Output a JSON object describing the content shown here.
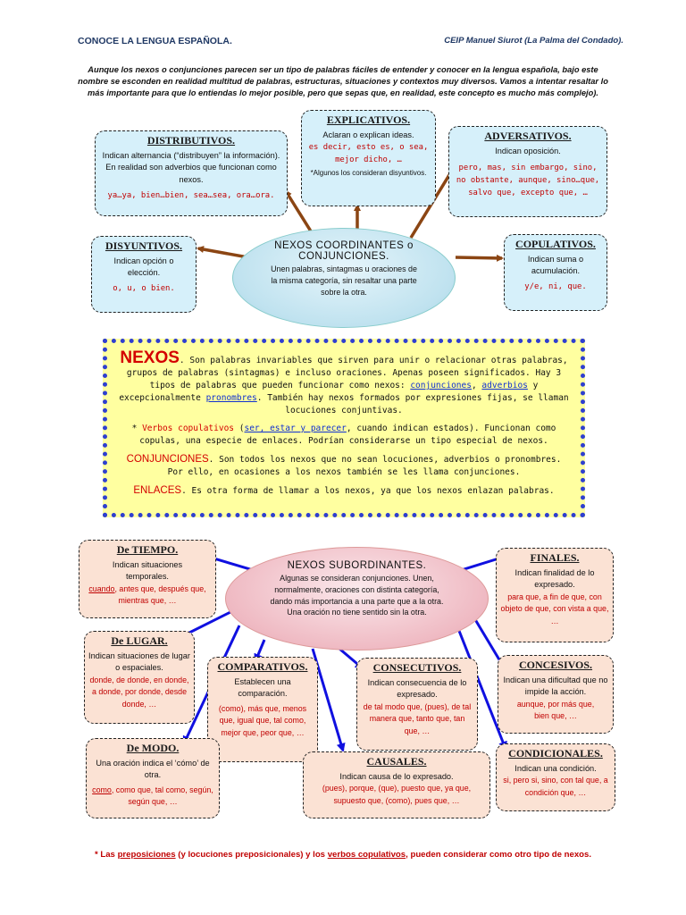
{
  "header": {
    "left": "CONOCE LA LENGUA ESPAÑOLA.",
    "right": "CEIP Manuel Siurot (La Palma del Condado)."
  },
  "intro": "Aunque los nexos o conjunciones parecen ser un tipo de palabras fáciles de entender y conocer en la lengua española, bajo este nombre se esconden en realidad multitud de palabras, estructuras, situaciones y contextos muy diversos. Vamos a intentar resaltar lo más importante para que lo entiendas lo mejor posible, pero que sepas que, en realidad, este concepto es mucho más complejo).",
  "coordinantes": {
    "title_1": "NEXOS  COORDINANTES o",
    "title_2": "CONJUNCIONES.",
    "desc": "Unen palabras, sintagmas u oraciones de la misma categoría, sin resaltar una parte sobre la otra.",
    "distributivos": {
      "title": "DISTRIBUTIVOS.",
      "desc": "Indican alternancia (“distribuyen” la información). En realidad son adverbios que funcionan como nexos.",
      "ex": "ya…ya, bien…bien, sea…sea, ora…ora."
    },
    "explicativos": {
      "title": "EXPLICATIVOS.",
      "desc": "Aclaran o explican ideas.",
      "ex": "es decir, esto es, o sea, mejor dicho, …",
      "note": "*Algunos los consideran disyuntivos."
    },
    "adversativos": {
      "title": "ADVERSATIVOS.",
      "desc": "Indican oposición.",
      "ex": "pero, mas, sin embargo, sino, no obstante, aunque, sino…que, salvo que, excepto que, …"
    },
    "disyuntivos": {
      "title": "DISYUNTIVOS.",
      "desc": "Indican opción o elección.",
      "ex": "o, u, o bien."
    },
    "copulativos": {
      "title": "COPULATIVOS.",
      "desc": "Indican suma o acumulación.",
      "ex": "y/e, ni, que."
    }
  },
  "nexos_box": {
    "p1_title": "NEXOS",
    "p1_a": ". Son palabras invariables que sirven para unir o relacionar otras palabras, grupos de palabras (sintagmas) e incluso oraciones. Apenas poseen significados. Hay 3 tipos de palabras que pueden funcionar como nexos: ",
    "p1_conj": "conjunciones",
    "p1_comma": ", ",
    "p1_adv": "adverbios",
    "p1_b": " y excepcionalmente ",
    "p1_pron": "pronombres",
    "p1_c": ". También hay nexos formados por expresiones fijas, se llaman locuciones conjuntivas.",
    "p2_star": "* ",
    "p2_verbos": "Verbos copulativos",
    "p2_a": " (",
    "p2_list": "ser, estar y parecer",
    "p2_b": ", cuando indican estados). Funcionan como copulas, una especie de enlaces. Podrían considerarse un tipo especial de nexos.",
    "p3_title": "CONJUNCIONES",
    "p3_a": ".  Son todos los nexos que no sean locuciones, adverbios o pronombres. Por ello, en ocasiones a los nexos también se les llama conjunciones.",
    "p4_title": "ENLACES",
    "p4_a": ". Es otra forma de llamar a los nexos, ya que los nexos enlazan palabras."
  },
  "subordinantes": {
    "title": "NEXOS  SUBORDINANTES.",
    "desc": "Algunas se consideran conjunciones. Unen, normalmente, oraciones con distinta categoría, dando más importancia a una parte que a la otra. Una oración no tiene sentido sin la otra.",
    "tiempo": {
      "title": "De TIEMPO.",
      "desc": "Indican situaciones temporales.",
      "ex_u": "cuando",
      "ex": ", antes que, después que, mientras que, …"
    },
    "lugar": {
      "title": "De LUGAR.",
      "desc": "Indican situaciones de lugar o espaciales.",
      "ex": "donde, de donde, en donde, a donde, por donde, desde donde, …"
    },
    "comparativos": {
      "title": "COMPARATIVOS.",
      "desc": "Establecen una comparación.",
      "ex": "(como), más que, menos que, igual que, tal como, mejor que, peor que, …"
    },
    "consecutivos": {
      "title": "CONSECUTIVOS.",
      "desc": "Indican consecuencia de lo expresado.",
      "ex": "de tal modo que, (pues), de tal manera que, tanto que, tan que, …"
    },
    "finales": {
      "title": "FINALES.",
      "desc": "Indican finalidad de lo expresado.",
      "ex": "para que, a fin de que, con objeto de que, con vista a que, …"
    },
    "concesivos": {
      "title": "CONCESIVOS.",
      "desc": "Indican una dificultad que no impide la acción.",
      "ex": "aunque, por más que, bien que, …"
    },
    "modo": {
      "title": "De MODO.",
      "desc": "Una oración indica el ‘cómo’ de otra.",
      "ex_u": "como",
      "ex": ", como que, tal como, según, según que, …"
    },
    "causales": {
      "title": "CAUSALES.",
      "desc": "Indican causa de lo expresado.",
      "ex": "(pues), porque, (que), puesto que, ya que, supuesto que, (como), pues que, …"
    },
    "condicionales": {
      "title": "CONDICIONALES.",
      "desc": "Indican una condición.",
      "ex": "si, pero si, sino, con tal que, a condición que, …"
    }
  },
  "footer": {
    "a": "* Las ",
    "prep": "preposiciones",
    "b": " (y locuciones preposicionales) y los ",
    "verbos": "verbos copulativos",
    "c": ", pueden considerar como otro tipo de nexos."
  },
  "colors": {
    "arrow_brown": "#8b4513",
    "arrow_blue": "#1010e0",
    "red_text": "#c00000",
    "coord_bg": "#d6f0fa",
    "sub_bg": "#fbe2d4",
    "nexos_bg": "#ffffa0"
  }
}
